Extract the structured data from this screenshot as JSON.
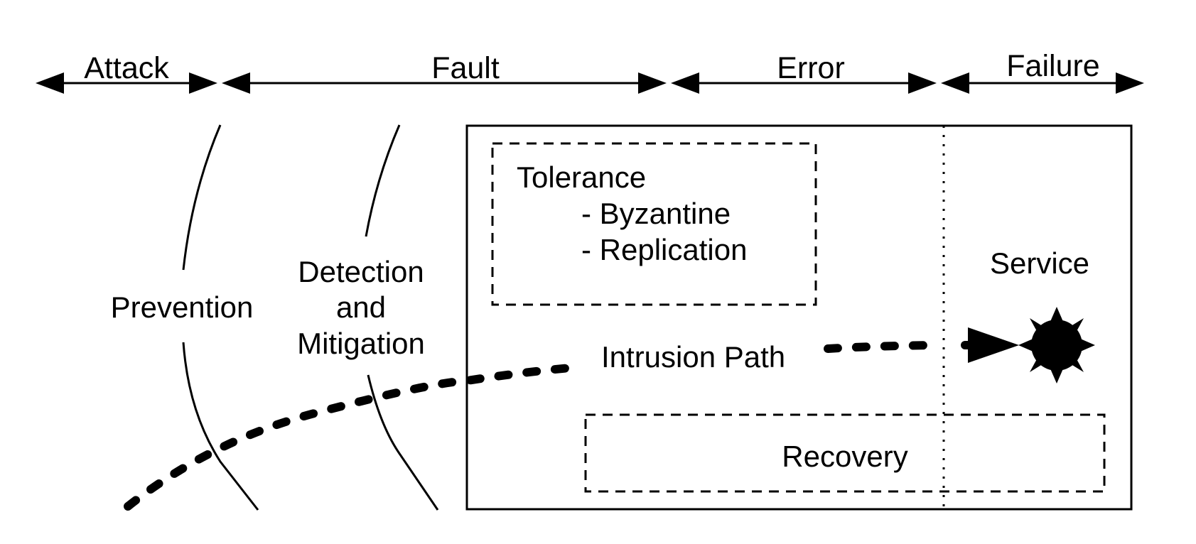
{
  "phases": {
    "attack": "Attack",
    "fault": "Fault",
    "error": "Error",
    "failure": "Failure"
  },
  "defenses": {
    "prevention": "Prevention",
    "detection_lines": [
      "Detection",
      "and",
      "Mitigation"
    ]
  },
  "tolerance": {
    "title": "Tolerance",
    "items": [
      "- Byzantine",
      "- Replication"
    ]
  },
  "intrusion_path_label": "Intrusion Path",
  "service_label": "Service",
  "recovery_label": "Recovery",
  "colors": {
    "ink": "#000000",
    "background": "#ffffff"
  }
}
